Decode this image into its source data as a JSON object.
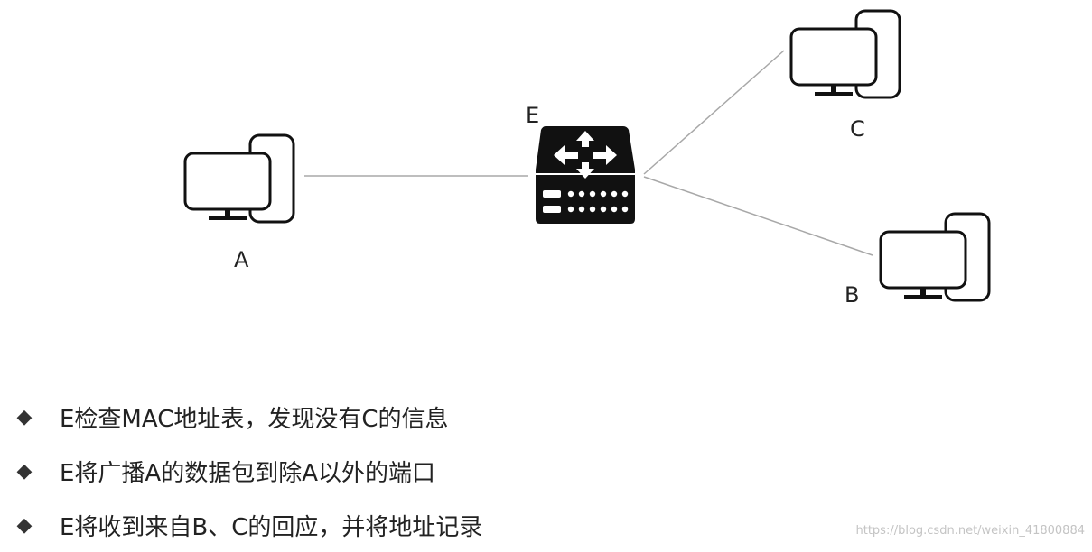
{
  "nodes": {
    "a": {
      "label": "A"
    },
    "b": {
      "label": "B"
    },
    "c": {
      "label": "C"
    },
    "e": {
      "label": "E"
    }
  },
  "bullets": [
    {
      "marker": "◆",
      "text": "E检查MAC地址表，发现没有C的信息"
    },
    {
      "marker": "◆",
      "text": "E将广播A的数据包到除A以外的端口"
    },
    {
      "marker": "◆",
      "text": "E将收到来自B、C的回应，并将地址记录"
    }
  ],
  "watermark": "https://blog.csdn.net/weixin_41800884",
  "colors": {
    "link": "#a8a8a8",
    "device": "#111111",
    "text": "#222222"
  },
  "icons": {
    "host": "computer-icon",
    "switch": "switch-icon"
  }
}
